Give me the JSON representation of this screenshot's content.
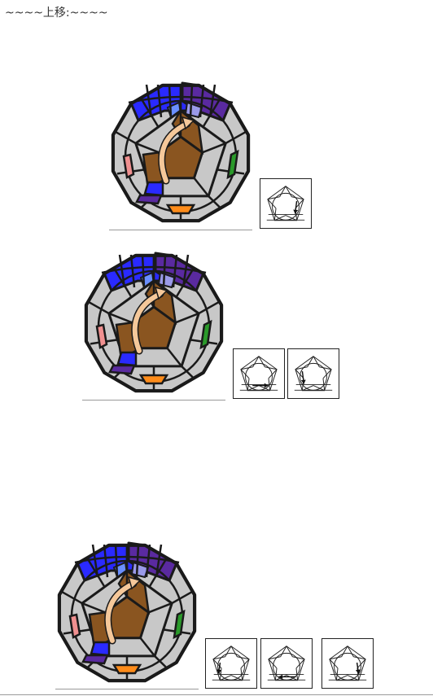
{
  "heading": "~~~~上移:~~~~",
  "colors": {
    "face_center": "#8a5520",
    "grey_face": "#c8c8c8",
    "dark_outline": "#1a1a1a",
    "blue": "#2a2aff",
    "light_blue": "#6a8fff",
    "purple": "#5a2aa0",
    "orange": "#ff8c1a",
    "pink": "#f09090",
    "green": "#2a9a2a",
    "arrow": "#f5c89a"
  },
  "steps": [
    {
      "name": "step-1",
      "diagrams": [
        "pentagon-diagram"
      ]
    },
    {
      "name": "step-2",
      "diagrams": [
        "pentagon-diagram",
        "pentagon-diagram"
      ]
    },
    {
      "name": "step-3",
      "diagrams": [
        "pentagon-diagram",
        "pentagon-diagram",
        "pentagon-diagram"
      ]
    }
  ]
}
